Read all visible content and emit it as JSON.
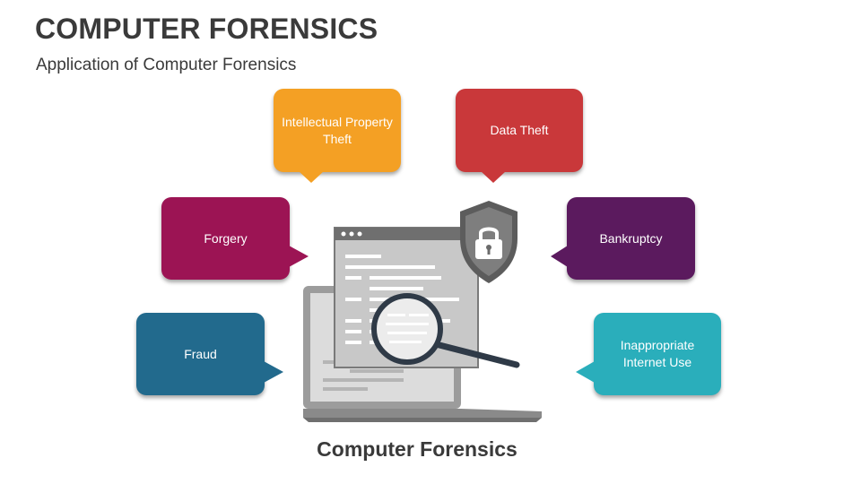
{
  "header": {
    "title": "COMPUTER FORENSICS",
    "subtitle": "Application of Computer Forensics"
  },
  "center_label": "Computer Forensics",
  "bubbles": [
    {
      "label": "Intellectual Property Theft",
      "color": "#f4a024"
    },
    {
      "label": "Data Theft",
      "color": "#c9383a"
    },
    {
      "label": "Forgery",
      "color": "#9c1454"
    },
    {
      "label": "Bankruptcy",
      "color": "#5b1a5e"
    },
    {
      "label": "Fraud",
      "color": "#226a8d"
    },
    {
      "label": "Inappropriate Internet Use",
      "color": "#2aaebb"
    }
  ],
  "icons": {
    "laptop": "laptop-icon",
    "browser_window": "browser-window-icon",
    "magnifier": "magnifying-glass-icon",
    "shield": "shield-lock-icon"
  }
}
